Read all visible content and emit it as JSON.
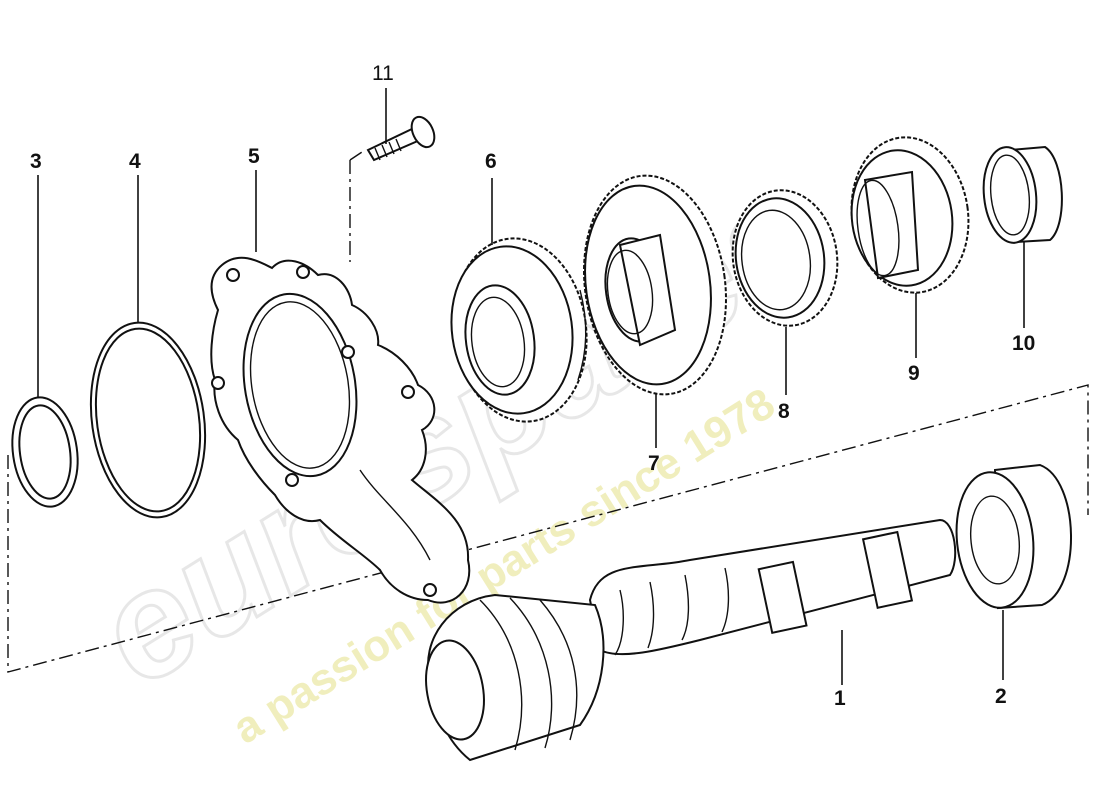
{
  "diagram": {
    "callouts": [
      {
        "id": "1",
        "label": "1"
      },
      {
        "id": "2",
        "label": "2"
      },
      {
        "id": "3",
        "label": "3"
      },
      {
        "id": "4",
        "label": "4"
      },
      {
        "id": "5",
        "label": "5"
      },
      {
        "id": "6",
        "label": "6"
      },
      {
        "id": "7",
        "label": "7"
      },
      {
        "id": "8",
        "label": "8"
      },
      {
        "id": "9",
        "label": "9"
      },
      {
        "id": "10",
        "label": "10"
      },
      {
        "id": "11",
        "label": "11"
      }
    ]
  },
  "watermark": {
    "logo": "eurospares",
    "tagline": "a passion for parts since 1978"
  }
}
